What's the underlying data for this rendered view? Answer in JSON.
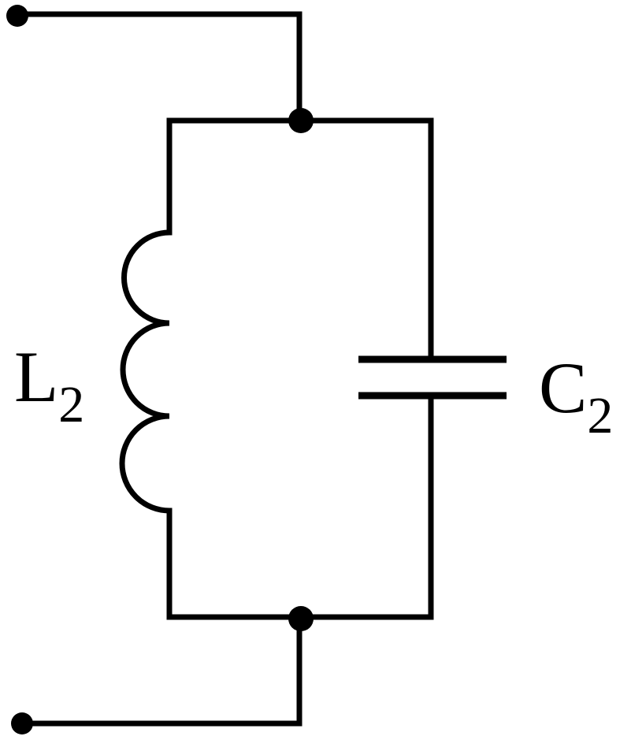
{
  "inductor": {
    "letter": "L",
    "subscript": "2"
  },
  "capacitor": {
    "letter": "C",
    "subscript": "2"
  }
}
